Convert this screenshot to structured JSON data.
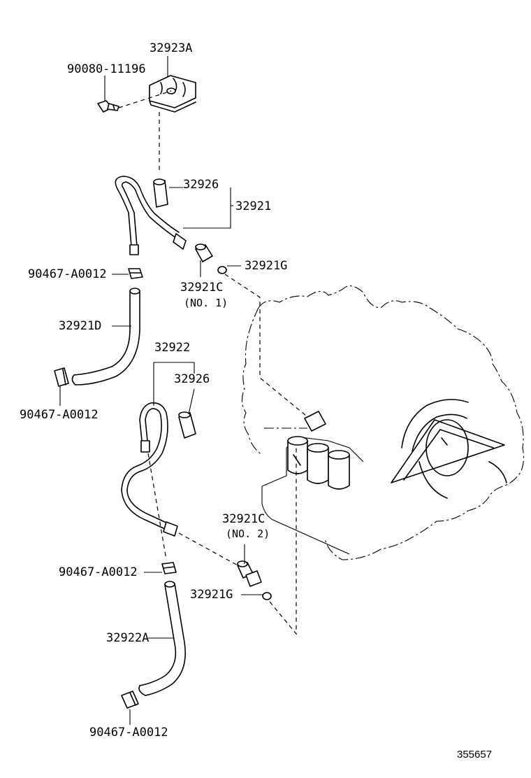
{
  "labels": {
    "bracket": "32923A",
    "bolt": "90080-11196",
    "sleeve_1": "32926",
    "tube_assy_1": "32921",
    "clamp_1": "90467-A0012",
    "union_1": "32921C",
    "union_1_note": "(NO. 1)",
    "gasket_1": "32921G",
    "hose_1": "32921D",
    "clamp_2": "90467-A0012",
    "tube_assy_2": "32922",
    "sleeve_2": "32926",
    "union_2": "32921C",
    "union_2_note": "(NO. 2)",
    "clamp_3": "90467-A0012",
    "gasket_2": "32921G",
    "hose_2": "32922A",
    "clamp_4": "90467-A0012"
  },
  "doc_number": "355657"
}
